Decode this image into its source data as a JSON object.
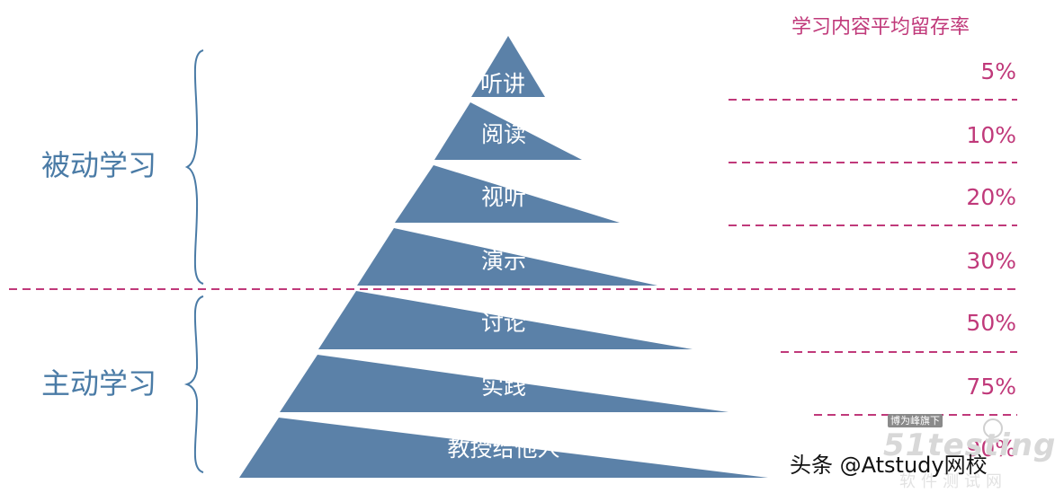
{
  "header": "学习内容平均留存率",
  "tiers": [
    {
      "label": "听讲",
      "rate": "5%"
    },
    {
      "label": "阅读",
      "rate": "10%"
    },
    {
      "label": "视听",
      "rate": "20%"
    },
    {
      "label": "演示",
      "rate": "30%"
    },
    {
      "label": "讨论",
      "rate": "50%"
    },
    {
      "label": "实践",
      "rate": "75%"
    },
    {
      "label": "教授给他人",
      "rate": "90%"
    }
  ],
  "groups": {
    "passive": "被动学习",
    "active": "主动学习"
  },
  "watermark": {
    "text": "头条 @Atstudy网校",
    "badge": "博为峰旗下",
    "logo": "51testing",
    "logo_sub": "软件测试网"
  },
  "colors": {
    "pyramid": "#5b81a8",
    "accent": "#c0397a",
    "group_text": "#4a7ba6",
    "divider": "#c0397a"
  }
}
